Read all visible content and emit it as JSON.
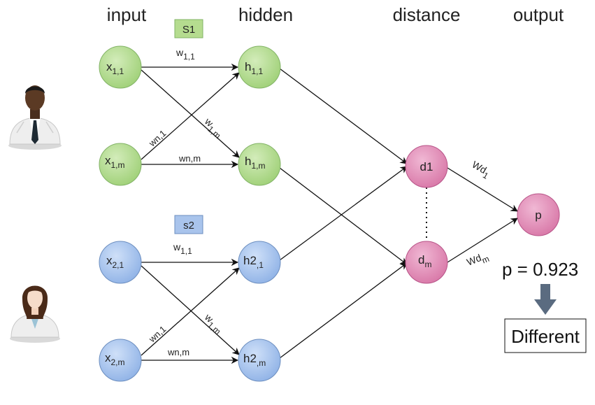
{
  "columns": {
    "input": "input",
    "hidden": "hidden",
    "distance": "distance",
    "output": "output"
  },
  "subnet_tags": {
    "s1": "S1",
    "s2": "s2"
  },
  "nodes": {
    "x11": {
      "base": "x",
      "sub": "1,1"
    },
    "x1m": {
      "base": "x",
      "sub": "1,m"
    },
    "h11": {
      "base": "h",
      "sub": "1,1"
    },
    "h1m": {
      "base": "h",
      "sub": "1,m"
    },
    "x21": {
      "base": "x",
      "sub": "2,1"
    },
    "x2m": {
      "base": "x",
      "sub": "2,m"
    },
    "h21": {
      "base": "h2",
      "sub": ",1"
    },
    "h2m": {
      "base": "h2",
      "sub": ",m"
    },
    "d1": {
      "base": "d1",
      "sub": ""
    },
    "dm": {
      "base": "d",
      "sub": "m"
    },
    "p": {
      "base": "p",
      "sub": ""
    }
  },
  "weights": {
    "top_w11": {
      "base": "w",
      "sub": "1,1"
    },
    "top_wn1": {
      "base": "wn,1",
      "sub": ""
    },
    "top_w1m": {
      "base": "w",
      "sub": "1,m"
    },
    "top_wnm": {
      "base": "wn,m",
      "sub": ""
    },
    "bot_w11": {
      "base": "w",
      "sub": "1,1"
    },
    "bot_wn1": {
      "base": "wn,1",
      "sub": ""
    },
    "bot_w1m": {
      "base": "w",
      "sub": "1,m"
    },
    "bot_wnm": {
      "base": "wn,m",
      "sub": ""
    },
    "wd1": {
      "base": "Wd",
      "sub": "1"
    },
    "wdm": {
      "base": "Wd",
      "sub": "m"
    }
  },
  "result": {
    "probability": "p = 0.923",
    "decision": "Different"
  },
  "colors": {
    "green_fill": "#b5dc8f",
    "green_stroke": "#82b366",
    "blue_fill": "#a9c4ec",
    "blue_stroke": "#6c8ebf",
    "pink_fill": "#e391b9",
    "pink_stroke": "#b85488",
    "arrow_block": "#5a6b80"
  },
  "icons": {
    "person1": "male-doctor-icon",
    "person2": "female-doctor-icon"
  }
}
